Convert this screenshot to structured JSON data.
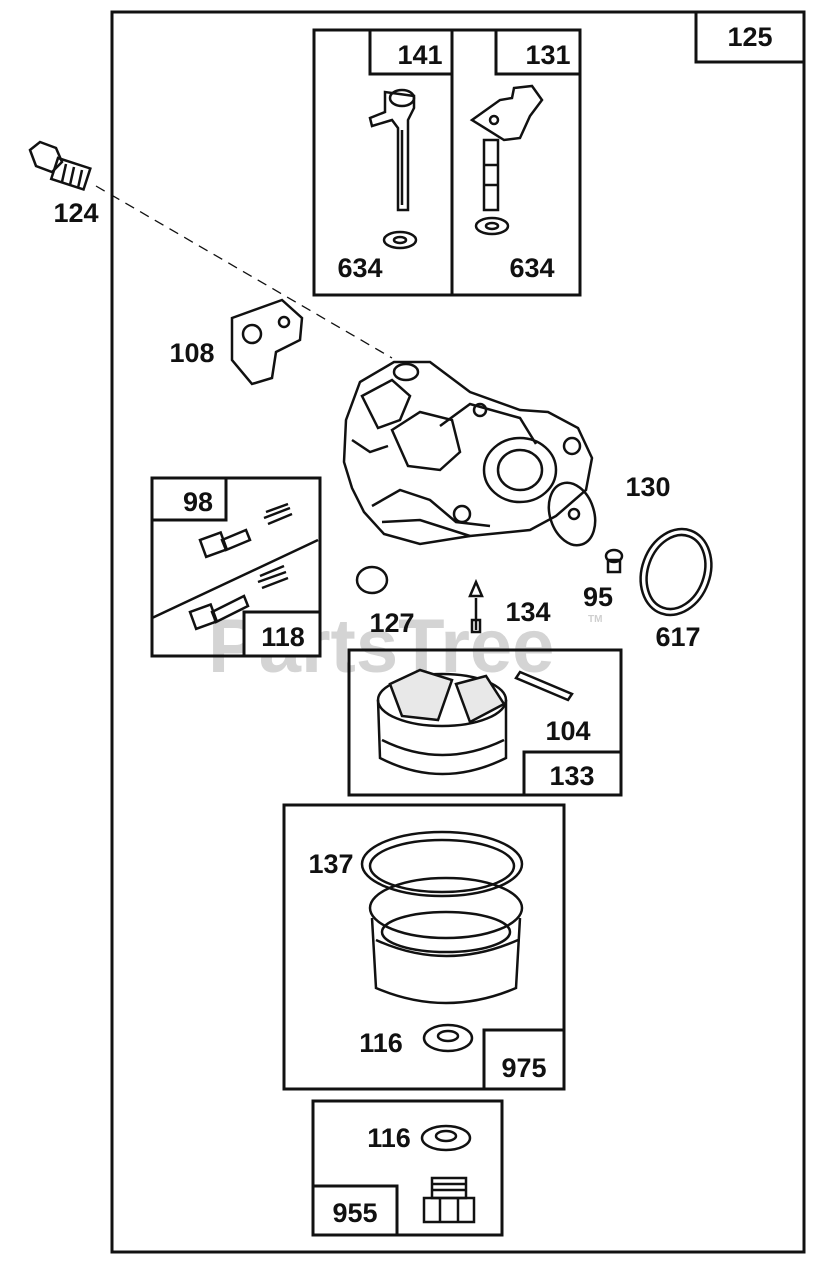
{
  "diagram": {
    "assembly_number": "125",
    "watermark": "PartsTree",
    "watermark_mark": "TM",
    "groups": [
      {
        "id": "141",
        "contains": [
          "634"
        ]
      },
      {
        "id": "131",
        "contains": [
          "634"
        ]
      },
      {
        "id": "98",
        "contains": []
      },
      {
        "id": "118",
        "contains": []
      },
      {
        "id": "133",
        "contains": [
          "104"
        ]
      },
      {
        "id": "975",
        "contains": [
          "137",
          "116"
        ]
      },
      {
        "id": "955",
        "contains": [
          "116"
        ]
      }
    ],
    "labels": {
      "p141": "141",
      "p131": "131",
      "p634a": "634",
      "p634b": "634",
      "p124": "124",
      "p108": "108",
      "p98": "98",
      "p118": "118",
      "p130": "130",
      "p95": "95",
      "p617": "617",
      "p127": "127",
      "p134": "134",
      "p104": "104",
      "p133": "133",
      "p137": "137",
      "p116a": "116",
      "p975": "975",
      "p116b": "116",
      "p955": "955"
    }
  }
}
